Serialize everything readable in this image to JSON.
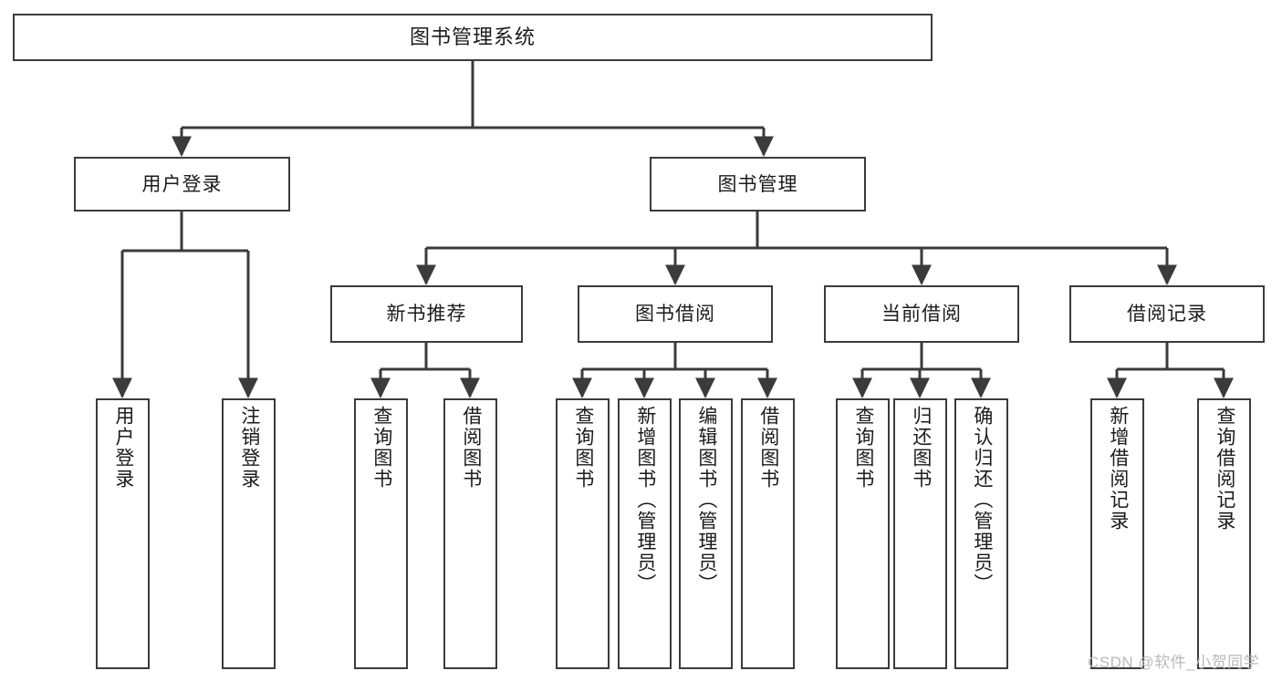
{
  "diagram": {
    "type": "tree",
    "title": "图书管理系统",
    "orientation": "top-down",
    "colors": {
      "box_border": "#3b3b3b",
      "box_fill": "#ffffff",
      "edge": "#3b3b3b",
      "text": "#1b1b1b",
      "watermark": "#b9b9b9",
      "background": "#ffffff"
    },
    "root": {
      "id": "root",
      "label": "图书管理系统",
      "text_direction": "horizontal"
    },
    "level2": [
      {
        "id": "user-login",
        "label": "用户登录",
        "text_direction": "horizontal"
      },
      {
        "id": "book-manage",
        "label": "图书管理",
        "text_direction": "horizontal"
      }
    ],
    "level3": [
      {
        "id": "new-book-recommend",
        "label": "新书推荐",
        "parent": "book-manage",
        "text_direction": "horizontal"
      },
      {
        "id": "book-borrow",
        "label": "图书借阅",
        "parent": "book-manage",
        "text_direction": "horizontal"
      },
      {
        "id": "current-borrow",
        "label": "当前借阅",
        "parent": "book-manage",
        "text_direction": "horizontal"
      },
      {
        "id": "borrow-record",
        "label": "借阅记录",
        "parent": "book-manage",
        "text_direction": "horizontal"
      }
    ],
    "leaves": [
      {
        "id": "leaf-user-login",
        "label": "用户登录",
        "parent": "user-login",
        "text_direction": "vertical"
      },
      {
        "id": "leaf-user-logout",
        "label": "注销登录",
        "parent": "user-login",
        "text_direction": "vertical"
      },
      {
        "id": "leaf-query-book-1",
        "label": "查询图书",
        "parent": "new-book-recommend",
        "text_direction": "vertical"
      },
      {
        "id": "leaf-borrow-book-1",
        "label": "借阅图书",
        "parent": "new-book-recommend",
        "text_direction": "vertical"
      },
      {
        "id": "leaf-query-book-2",
        "label": "查询图书",
        "parent": "book-borrow",
        "text_direction": "vertical"
      },
      {
        "id": "leaf-add-book",
        "label": "新增图书（管理员）",
        "parent": "book-borrow",
        "text_direction": "vertical"
      },
      {
        "id": "leaf-edit-book",
        "label": "编辑图书（管理员）",
        "parent": "book-borrow",
        "text_direction": "vertical"
      },
      {
        "id": "leaf-borrow-book-2",
        "label": "借阅图书",
        "parent": "book-borrow",
        "text_direction": "vertical"
      },
      {
        "id": "leaf-query-book-3",
        "label": "查询图书",
        "parent": "current-borrow",
        "text_direction": "vertical"
      },
      {
        "id": "leaf-return-book",
        "label": "归还图书",
        "parent": "current-borrow",
        "text_direction": "vertical"
      },
      {
        "id": "leaf-confirm-return",
        "label": "确认归还（管理员）",
        "parent": "current-borrow",
        "text_direction": "vertical"
      },
      {
        "id": "leaf-add-record",
        "label": "新增借阅记录",
        "parent": "borrow-record",
        "text_direction": "vertical"
      },
      {
        "id": "leaf-query-record",
        "label": "查询借阅记录",
        "parent": "borrow-record",
        "text_direction": "vertical"
      }
    ],
    "watermark": "CSDN @软件_小贺同学"
  }
}
